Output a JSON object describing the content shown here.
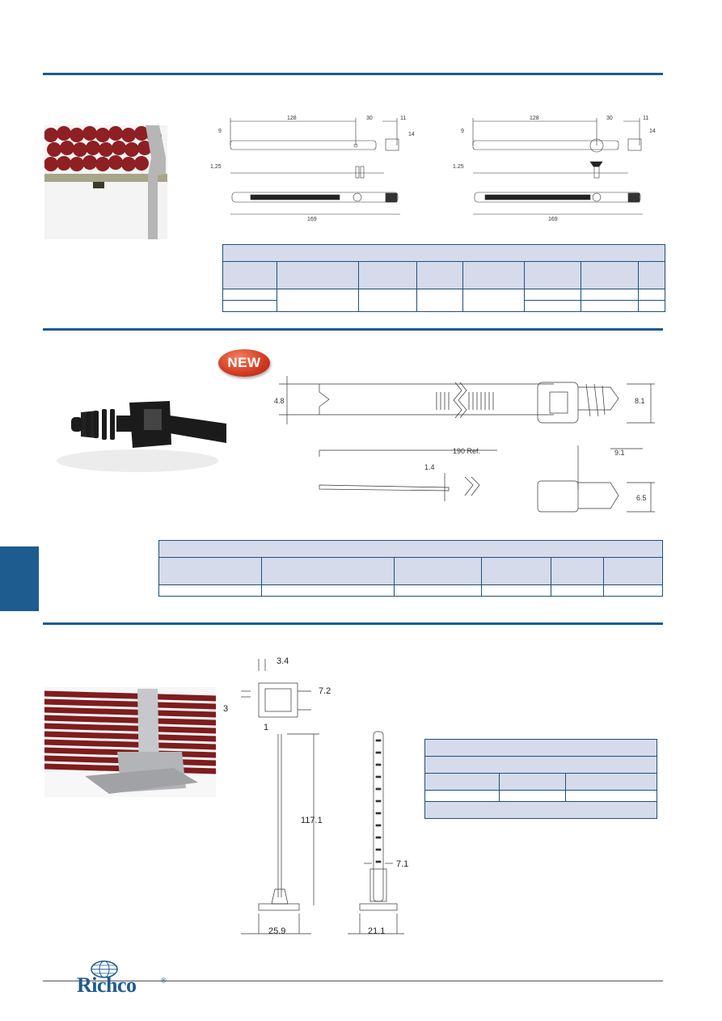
{
  "section1": {
    "top_drawing_left": {
      "dim_128": "128",
      "dim_30": "30",
      "dim_11": "11",
      "dim_9": "9",
      "dim_14": "14",
      "dim_125": "1,25",
      "dim_169": "169"
    },
    "top_drawing_right": {
      "dim_128": "128",
      "dim_30": "30",
      "dim_11": "11",
      "dim_9": "9",
      "dim_14": "14",
      "dim_125": "1.25",
      "dim_169": "169"
    }
  },
  "section2": {
    "badge": "NEW",
    "dims": {
      "width_48": "4.8",
      "height_81": "8.1",
      "length": "190 Ref.",
      "dim_91": "9.1",
      "dim_14": "1.4",
      "dim_65": "6.5"
    }
  },
  "section3": {
    "dims": {
      "dim_34": "3.4",
      "dim_72": "7.2",
      "dim_3": "3",
      "dim_1": "1",
      "dim_1171": "117.1",
      "dim_71": "7.1",
      "dim_259": "25.9",
      "dim_211": "21.1"
    }
  },
  "footer": {
    "logo": "Richco",
    "registered": "®"
  },
  "colors": {
    "rule": "#1e5b8f",
    "table_header": "#d5dbeb",
    "badge": "#d23a20"
  }
}
